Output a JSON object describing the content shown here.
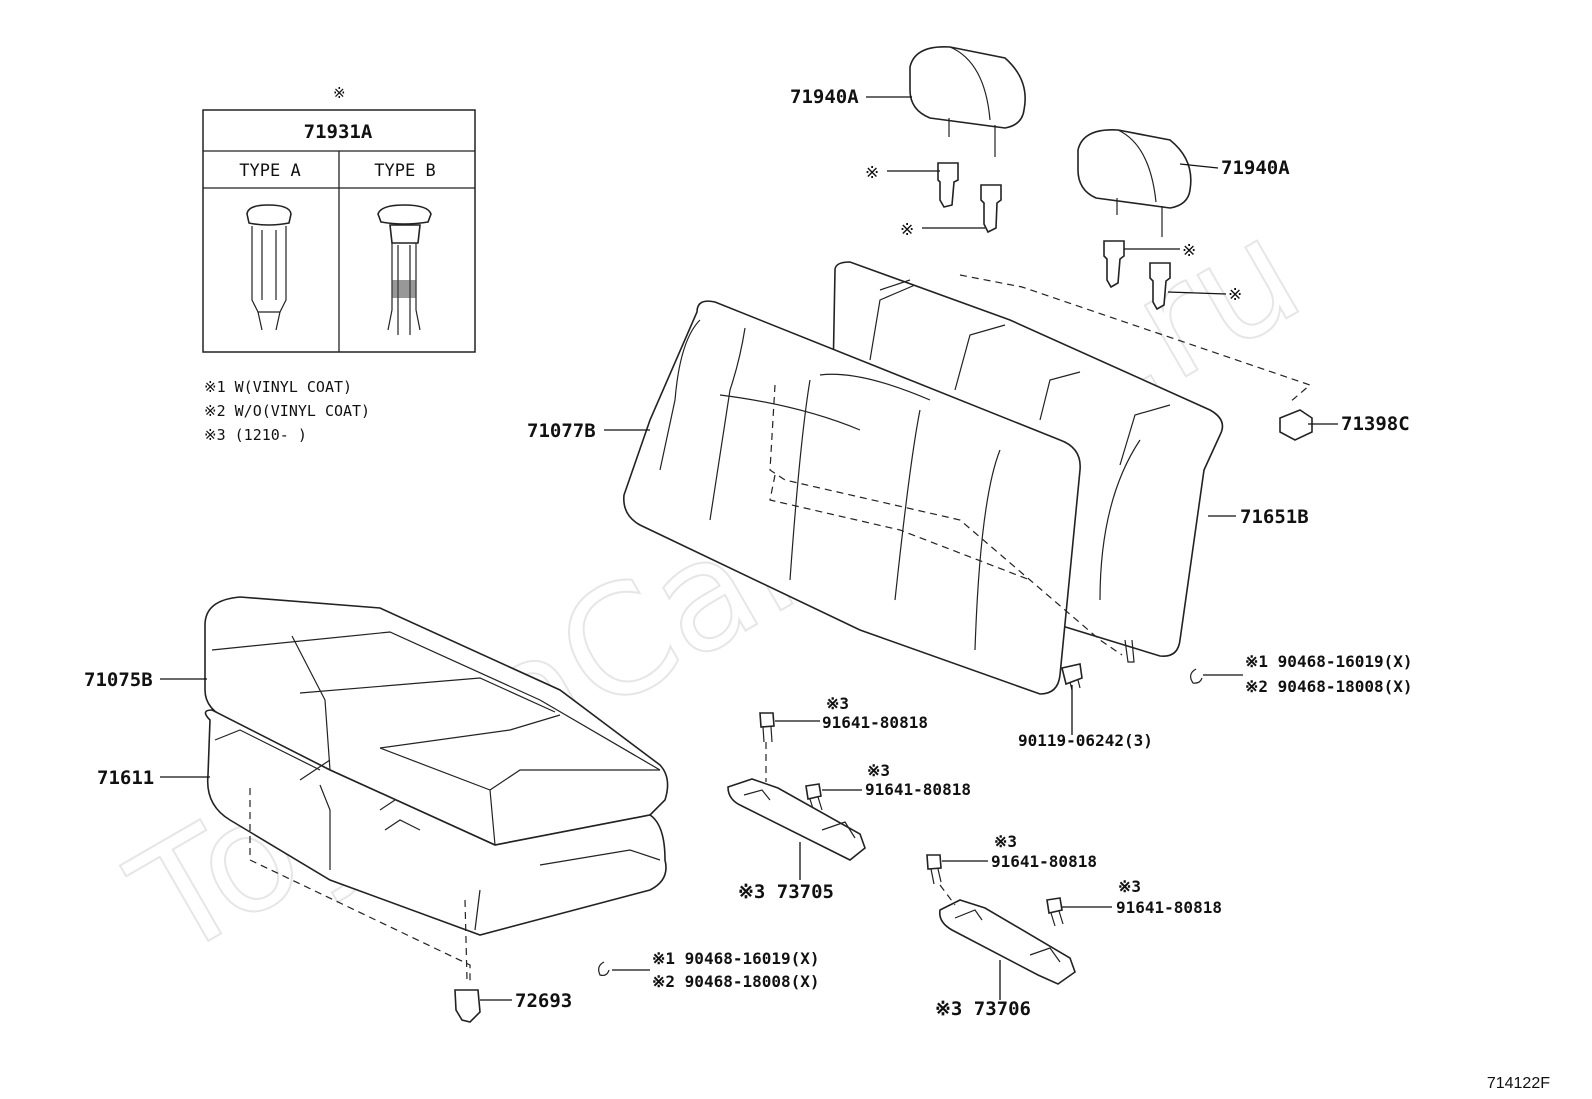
{
  "watermark": "ToyotaCarMine.ru",
  "diagram_code": "714122F",
  "legend_table": {
    "mark": "※",
    "part_no": "71931A",
    "types": [
      "TYPE A",
      "TYPE B"
    ]
  },
  "notes": [
    "※1  W(VINYL COAT)",
    "※2  W/O(VINYL COAT)",
    "※3 (1210-      )"
  ],
  "callouts": {
    "headrest_left": "71940A",
    "headrest_right": "71940A",
    "mark_1": "※",
    "mark_2": "※",
    "mark_3": "※",
    "mark_4": "※",
    "back_left": "71077B",
    "back_right": "71651B",
    "clip_top": "71398C",
    "cushion_cover": "71075B",
    "cushion_pad": "71611",
    "ring_back_1": "※1 90468-16019(X)",
    "ring_back_2": "※2 90468-18008(X)",
    "bolt_back": "90119-06242(3)",
    "bolt_a_mark": "※3",
    "bolt_a": "91641-80818",
    "bolt_b_mark": "※3",
    "bolt_b": "91641-80818",
    "bracket_a": "※3 73705",
    "bolt_c_mark": "※3",
    "bolt_c": "91641-80818",
    "bolt_d_mark": "※3",
    "bolt_d": "91641-80818",
    "bracket_b": "※3 73706",
    "ring_cushion_1": "※1 90468-16019(X)",
    "ring_cushion_2": "※2 90468-18008(X)",
    "clip_bottom": "72693"
  }
}
